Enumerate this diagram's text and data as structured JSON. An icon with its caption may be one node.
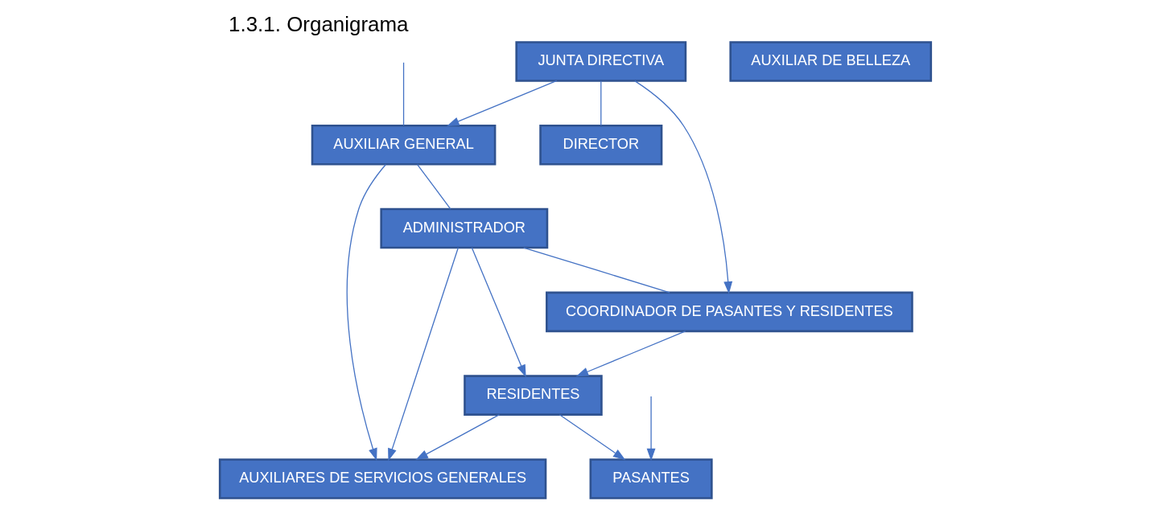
{
  "diagram": {
    "title": "1.3.1. Organigrama",
    "nodes": [
      {
        "text": [
          "JUNTA DIRECTIVA"
        ]
      },
      {
        "text": [
          "DIRECTOR"
        ]
      },
      {
        "text": [
          "AUXILIAR GENERAL"
        ]
      },
      {
        "text": [
          "ADMINISTRADOR"
        ]
      },
      {
        "text": [
          "COORDINADOR DE PASANTES Y RESIDENTES"
        ]
      },
      {
        "text": [
          "RESIDENTES"
        ]
      },
      {
        "text": [
          "AUXILIAR DE BELLEZA"
        ]
      },
      {
        "text": [
          "AUXILIARES DE SERVICIOS GENERALES"
        ]
      },
      {
        "text": [
          "PASANTES"
        ]
      }
    ],
    "edges": [
      {
        "from": 0,
        "to": 2,
        "arrow": "to"
      },
      {
        "from": 0,
        "to": 4,
        "arrow": "to"
      },
      {
        "from": 0,
        "to": 1,
        "arrow": "none"
      },
      {
        "from": null,
        "to": 2,
        "arrow": "none"
      },
      {
        "from": 2,
        "to": 3,
        "arrow": "none"
      },
      {
        "from": 3,
        "to": 4,
        "arrow": "none"
      },
      {
        "from": 2,
        "to": 7,
        "arrow": "to"
      },
      {
        "from": 3,
        "to": 7,
        "arrow": "to"
      },
      {
        "from": 3,
        "to": 5,
        "arrow": "to"
      },
      {
        "from": 4,
        "to": 5,
        "arrow": "to"
      },
      {
        "from": 5,
        "to": 7,
        "arrow": "to"
      },
      {
        "from": 5,
        "to": 8,
        "arrow": "to"
      },
      {
        "from": null,
        "to": 8,
        "arrow": "to"
      }
    ]
  }
}
